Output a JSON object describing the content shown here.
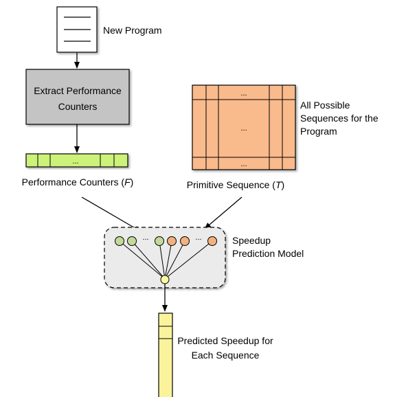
{
  "new_program": {
    "label": "New Program"
  },
  "extract_box": {
    "line1": "Extract Performance",
    "line2": "Counters"
  },
  "perf_counters": {
    "label_prefix": "Performance Counters (",
    "label_var": "F",
    "label_suffix": ")",
    "ellipsis": "...",
    "fill": "#ccf27a"
  },
  "sequence_matrix": {
    "ellipsis_top": "...",
    "ellipsis_mid": "...",
    "ellipsis_bottom": "...",
    "label_line1": "All Possible",
    "label_line2": "Sequences for the",
    "label_line3": "Program",
    "fill": "#f9ba8c"
  },
  "primitive_sequence": {
    "label_prefix": "Primitive Sequence (",
    "label_var": "T",
    "label_suffix": ")"
  },
  "model": {
    "label_line1": "Speedup",
    "label_line2": "Prediction Model",
    "ellipsis_left": "...",
    "ellipsis_right": "...",
    "green_node_color": "#c3d99a",
    "orange_node_color": "#f2b17e",
    "output_node_color": "#fdfb9d"
  },
  "output": {
    "label_line1": "Predicted Speedup for",
    "label_line2": "Each Sequence",
    "fill": "#fbf39b"
  }
}
